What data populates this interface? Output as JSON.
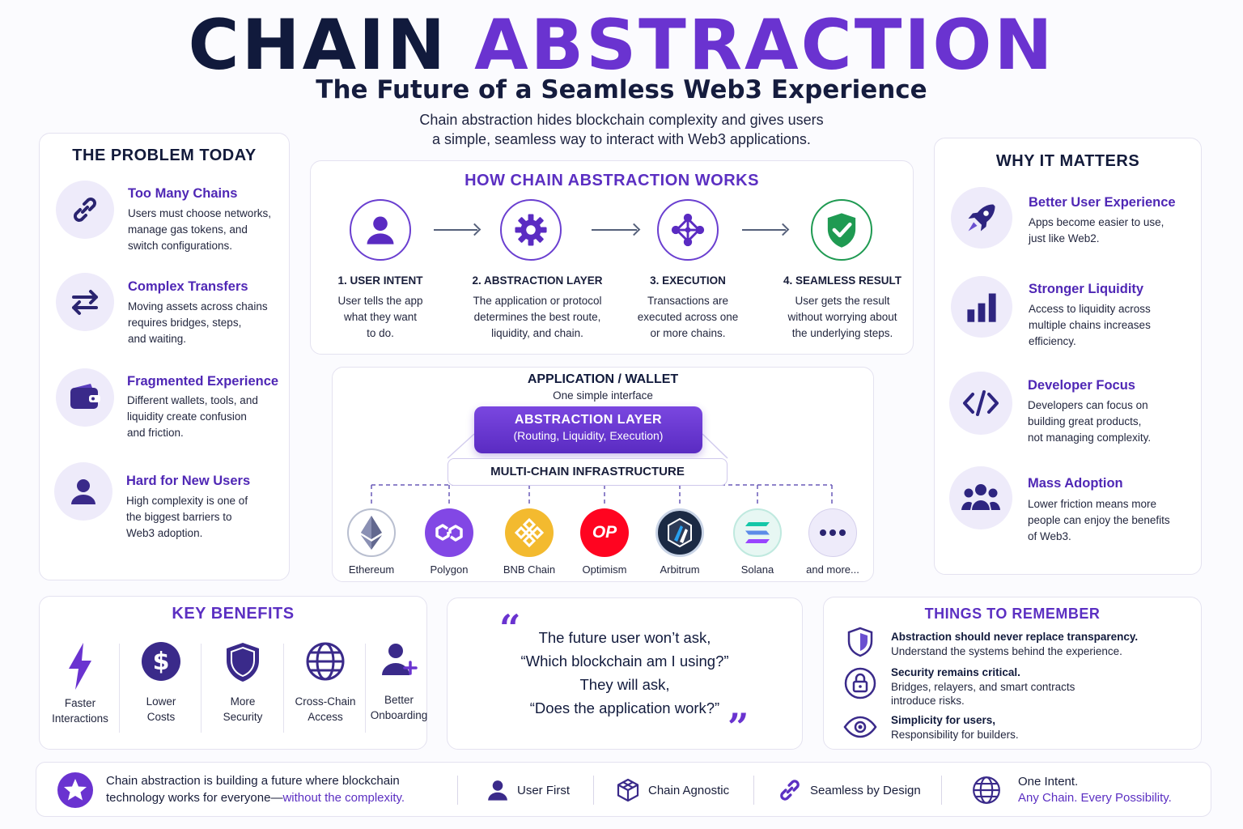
{
  "header": {
    "title_part1": "CHAIN",
    "title_part2": "ABSTRACTION",
    "subtitle": "The Future of a Seamless Web3 Experience",
    "intro_line1": "Chain abstraction hides blockchain complexity and gives users",
    "intro_line2": "a simple, seamless way to interact with Web3 applications."
  },
  "problem": {
    "title": "THE PROBLEM TODAY",
    "items": [
      {
        "title": "Too Many Chains",
        "lines": [
          "Users must choose networks,",
          "manage gas tokens, and",
          "switch configurations."
        ],
        "icon": "link-icon"
      },
      {
        "title": "Complex Transfers",
        "lines": [
          "Moving assets across chains",
          "requires bridges, steps,",
          "and waiting."
        ],
        "icon": "swap-arrows-icon"
      },
      {
        "title": "Fragmented Experience",
        "lines": [
          "Different wallets, tools, and",
          "liquidity create confusion",
          "and friction."
        ],
        "icon": "wallet-icon"
      },
      {
        "title": "Hard for New Users",
        "lines": [
          "High complexity is one of",
          "the biggest barriers to",
          "Web3 adoption."
        ],
        "icon": "user-icon"
      }
    ]
  },
  "how": {
    "title": "HOW CHAIN ABSTRACTION WORKS",
    "steps": [
      {
        "title": "1. USER INTENT",
        "lines": [
          "User tells the app",
          "what they want",
          "to do."
        ],
        "icon": "user-icon"
      },
      {
        "title": "2. ABSTRACTION LAYER",
        "lines": [
          "The application or protocol",
          "determines the best route,",
          "liquidity, and chain."
        ],
        "icon": "gear-icon"
      },
      {
        "title": "3. EXECUTION",
        "lines": [
          "Transactions are",
          "executed across one",
          "or more chains."
        ],
        "icon": "network-icon"
      },
      {
        "title": "4. SEAMLESS RESULT",
        "lines": [
          "User gets the result",
          "without worrying about",
          "the underlying steps."
        ],
        "icon": "shield-check-icon"
      }
    ]
  },
  "diagram": {
    "app_title": "APPLICATION / WALLET",
    "app_subtitle": "One simple interface",
    "layer_title": "ABSTRACTION LAYER",
    "layer_subtitle": "(Routing, Liquidity, Execution)",
    "infra": "MULTI-CHAIN INFRASTRUCTURE",
    "chains": [
      {
        "name": "Ethereum",
        "icon": "ethereum-icon"
      },
      {
        "name": "Polygon",
        "icon": "polygon-icon"
      },
      {
        "name": "BNB Chain",
        "icon": "bnb-icon"
      },
      {
        "name": "Optimism",
        "icon": "optimism-icon",
        "logo_text": "OP"
      },
      {
        "name": "Arbitrum",
        "icon": "arbitrum-icon"
      },
      {
        "name": "Solana",
        "icon": "solana-icon"
      },
      {
        "name": "and more...",
        "icon": "more-dots-icon"
      }
    ]
  },
  "matters": {
    "title": "WHY IT MATTERS",
    "items": [
      {
        "title": "Better User Experience",
        "lines": [
          "Apps become easier to use,",
          "just like Web2."
        ],
        "icon": "rocket-icon"
      },
      {
        "title": "Stronger Liquidity",
        "lines": [
          "Access to liquidity across",
          "multiple chains increases",
          "efficiency."
        ],
        "icon": "bar-chart-icon"
      },
      {
        "title": "Developer Focus",
        "lines": [
          "Developers can focus on",
          "building great products,",
          "not managing complexity."
        ],
        "icon": "code-icon"
      },
      {
        "title": "Mass Adoption",
        "lines": [
          "Lower friction means more",
          "people can enjoy the benefits",
          "of Web3."
        ],
        "icon": "group-icon"
      }
    ]
  },
  "benefits": {
    "title": "KEY BENEFITS",
    "items": [
      {
        "line1": "Faster",
        "line2": "Interactions",
        "icon": "lightning-icon"
      },
      {
        "line1": "Lower",
        "line2": "Costs",
        "icon": "dollar-icon"
      },
      {
        "line1": "More",
        "line2": "Security",
        "icon": "shield-icon"
      },
      {
        "line1": "Cross-Chain",
        "line2": "Access",
        "icon": "globe-icon"
      },
      {
        "line1": "Better",
        "line2": "Onboarding",
        "icon": "user-plus-icon"
      }
    ]
  },
  "quote": {
    "lines": [
      "The future user won’t ask,",
      "“Which blockchain am I using?”",
      "They will ask,",
      "“Does the application work?”"
    ],
    "open_mark": "“",
    "close_mark": "”"
  },
  "remember": {
    "title": "THINGS TO REMEMBER",
    "items": [
      {
        "bold": "Abstraction should never replace transparency.",
        "lines": [
          "Understand the systems behind the experience."
        ],
        "icon": "shield-icon"
      },
      {
        "bold": "Security remains critical.",
        "lines": [
          "Bridges, relayers, and smart contracts",
          "introduce risks."
        ],
        "icon": "lock-icon"
      },
      {
        "bold": "Simplicity for users,",
        "lines": [
          "Responsibility for builders."
        ],
        "icon": "eye-icon"
      }
    ]
  },
  "footer": {
    "statement_line1": "Chain abstraction is building a future where blockchain",
    "statement_line2a": "technology works for everyone—",
    "statement_line2b": "without the complexity.",
    "items": [
      {
        "label": "User First",
        "icon": "user-icon"
      },
      {
        "label": "Chain Agnostic",
        "icon": "cube-icon"
      },
      {
        "label": "Seamless by Design",
        "icon": "link-icon"
      }
    ],
    "final_line1": "One Intent.",
    "final_line2": "Any Chain. Every Possibility."
  },
  "colors": {
    "navy": "#111a3c",
    "purple": "#6a33d0",
    "purple_dark": "#4f27b5",
    "green": "#1f9a52",
    "bnb": "#f3ba2f",
    "optimism": "#ff0420",
    "polygon": "#8247e5"
  }
}
